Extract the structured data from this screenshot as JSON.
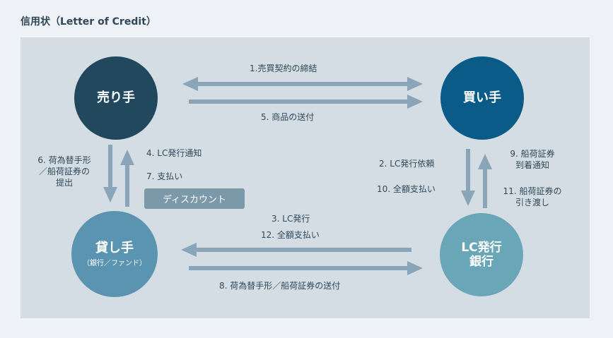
{
  "title": "信用状（Letter of Credit）",
  "nodes": {
    "seller": {
      "name": "売り手"
    },
    "buyer": {
      "name": "買い手"
    },
    "lender": {
      "name": "貸し手",
      "sub": "（銀行／ファンド）"
    },
    "bank": {
      "line1": "LC発行",
      "line2": "銀行"
    }
  },
  "labels": {
    "contract": "1.売買契約の締結",
    "shipping": "5. 商品の送付",
    "lc_request": "2. LC発行依頼",
    "full_payment_buyer": "10. 全額支払い",
    "docs_arrival_1": "9. 船荷証券",
    "docs_arrival_2": "到着通知",
    "docs_handover_1": "11. 船荷証券の",
    "docs_handover_2": "引き渡し",
    "lc_notice": "4. LC発行通知",
    "payment": "7. 支払い",
    "discount": "ディスカウント",
    "docs_submit_1": "6. 荷為替手形",
    "docs_submit_2": "／船荷証券の",
    "docs_submit_3": "提出",
    "lc_issue": "3. LC発行",
    "full_payment_bank": "12. 全額支払い",
    "docs_send": "8. 荷為替手形／船荷証券の送付"
  },
  "colors": {
    "background": "#eef1f5",
    "panel": "#d5dde4",
    "arrow": "#8aa5b8",
    "seller": "#21485c",
    "buyer": "#0b5b88",
    "lender": "#5a94b0",
    "bank": "#68a6b8",
    "discount": "#7c99aa"
  }
}
